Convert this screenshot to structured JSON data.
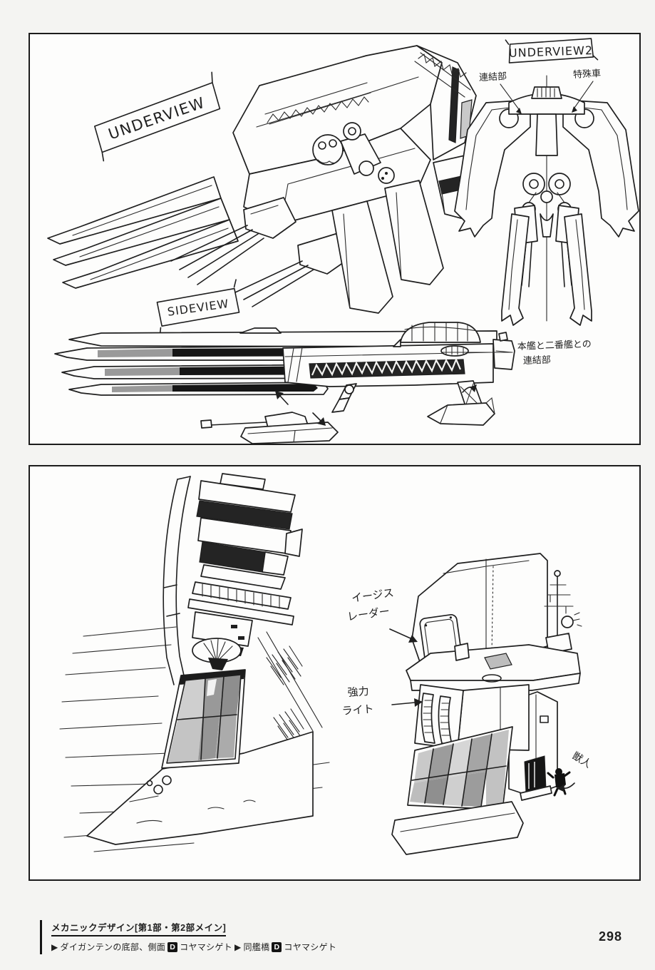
{
  "page": {
    "number": "298"
  },
  "panel1": {
    "label_underview": "UNDERVIEW",
    "label_underview2": "UNDERVIEW2",
    "label_sideview": "SIDEVIEW",
    "anno_connector_left": "連結部",
    "anno_connector_right": "特殊車",
    "anno_ship_link_1": "本艦と二番艦との",
    "anno_ship_link_2": "連結部"
  },
  "panel2": {
    "anno_radar_1": "イージス",
    "anno_radar_2": "レーダー",
    "anno_light_1": "強力",
    "anno_light_2": "ライト",
    "anno_doodle": "獣人"
  },
  "footer": {
    "title": "メカニックデザイン[第1部・第2部メイン]",
    "marker1": "▶",
    "credit1": "ダイガンテンの底部、側面",
    "d_label": "D",
    "name1": "コヤマシゲト",
    "marker2": "▶",
    "credit2": "同艦橋",
    "name2": "コヤマシゲト"
  }
}
